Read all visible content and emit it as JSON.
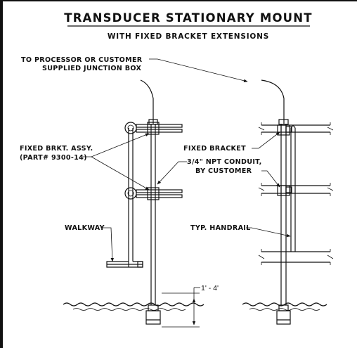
{
  "title": "TRANSDUCER STATIONARY MOUNT",
  "subtitle": "WITH FIXED BRACKET EXTENSIONS",
  "labels": {
    "processor_line1": "TO PROCESSOR OR CUSTOMER",
    "processor_line2": "SUPPLIED JUNCTION BOX",
    "fixed_brkt_line1": "FIXED BRKT. ASSY.",
    "fixed_brkt_line2": "(PART# 9300-14)",
    "walkway": "WALKWAY",
    "fixed_bracket": "FIXED BRACKET",
    "conduit_line1": "3/4\" NPT CONDUIT,",
    "conduit_line2": "BY CUSTOMER",
    "handrail": "TYP. HANDRAIL",
    "depth": "1' - 4'"
  }
}
